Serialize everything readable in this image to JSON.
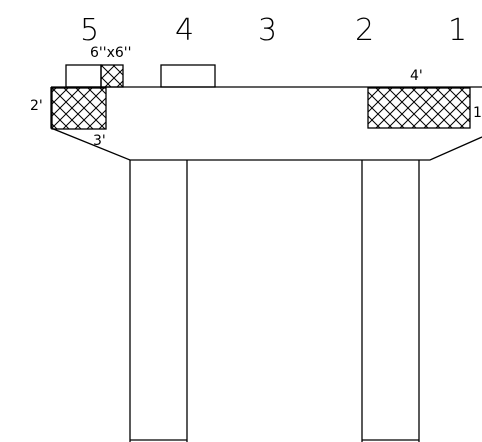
{
  "column_numbers": [
    "5",
    "4",
    "3",
    "2",
    "1"
  ],
  "dims": {
    "small_block": "6''x6''",
    "left_height": "2'",
    "left_width": "3'",
    "right_width": "4'",
    "right_height": "1"
  }
}
